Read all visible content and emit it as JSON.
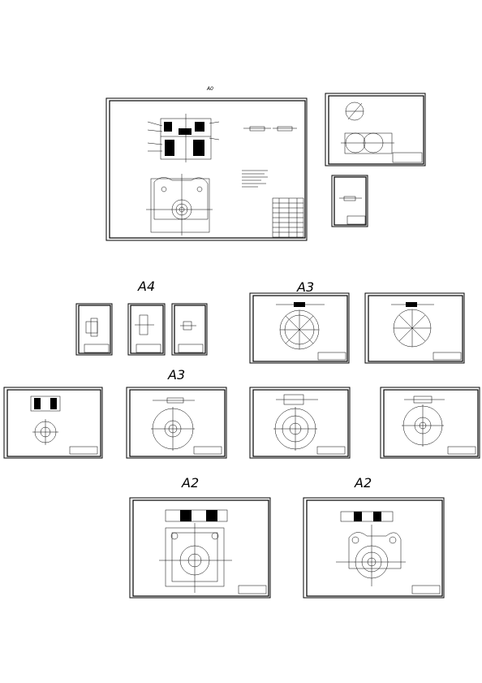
{
  "layout_title": "",
  "size_labels": {
    "a0": "A0",
    "a4": "A4",
    "a3_top": "A3",
    "a3_mid": "A3",
    "a2_left": "A2",
    "a2_right": "A2"
  },
  "sheets": [
    {
      "id": "a0-assembly",
      "format": "A0",
      "content": "die assembly drawing with section view, plan view, notes and parts list"
    },
    {
      "id": "a3-sketch",
      "format": "A3",
      "content": "circle sketch with cross and profile"
    },
    {
      "id": "a4-part-small",
      "format": "A4",
      "content": "small part detail"
    },
    {
      "id": "a4-1",
      "format": "A4",
      "content": "part detail"
    },
    {
      "id": "a4-2",
      "format": "A4",
      "content": "part detail"
    },
    {
      "id": "a4-3",
      "format": "A4",
      "content": "part detail"
    },
    {
      "id": "a3-1",
      "format": "A3",
      "content": "circular plate with hole pattern"
    },
    {
      "id": "a3-2",
      "format": "A3",
      "content": "circular plate with hole pattern"
    },
    {
      "id": "a3-3",
      "format": "A3",
      "content": "section and plan of round part"
    },
    {
      "id": "a3-4",
      "format": "A3",
      "content": "circular plate"
    },
    {
      "id": "a3-5",
      "format": "A3",
      "content": "circular plate"
    },
    {
      "id": "a3-6",
      "format": "A3",
      "content": "circular plate"
    },
    {
      "id": "a2-1",
      "format": "A2",
      "content": "die plate with section and plan"
    },
    {
      "id": "a2-2",
      "format": "A2",
      "content": "die plate with section and plan"
    }
  ]
}
